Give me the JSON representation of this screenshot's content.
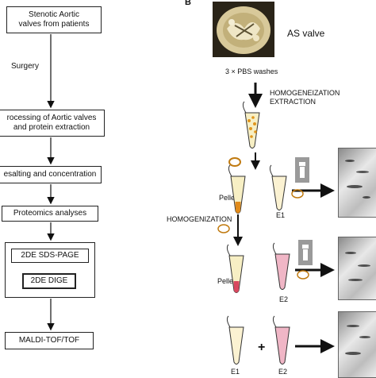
{
  "panel_b_letter": "B",
  "flow": {
    "step1": "Stenotic Aortic",
    "step1b": "valves from patients",
    "arrow1_label": "Surgery",
    "step2": "rocessing of Aortic valves",
    "step2b": "and protein extraction",
    "step3": "esalting and concentration",
    "step4": "Proteomics analyses",
    "step5a": "2DE SDS-PAGE",
    "step5b": "2DE DIGE",
    "step6": "MALDI-TOF/TOF"
  },
  "panel_b": {
    "valve_label": "AS valve",
    "wash_label": "3 × PBS washes",
    "homog1": "HOMOGENEIZATION",
    "extraction": "EXTRACTION",
    "pellet1": "Pellet",
    "e1": "E1",
    "homog2": "HOMOGENIZATION",
    "pellet2": "Pellet",
    "e2": "E2",
    "plus": "+",
    "e1_bottom": "E1",
    "e2_bottom": "E2"
  },
  "colors": {
    "valve_bg": "#b8a77a",
    "tube_cream": "#f7efc4",
    "tube_orange": "#e08a1a",
    "tube_pink": "#f0b6c6",
    "tube_red": "#d9485f"
  }
}
